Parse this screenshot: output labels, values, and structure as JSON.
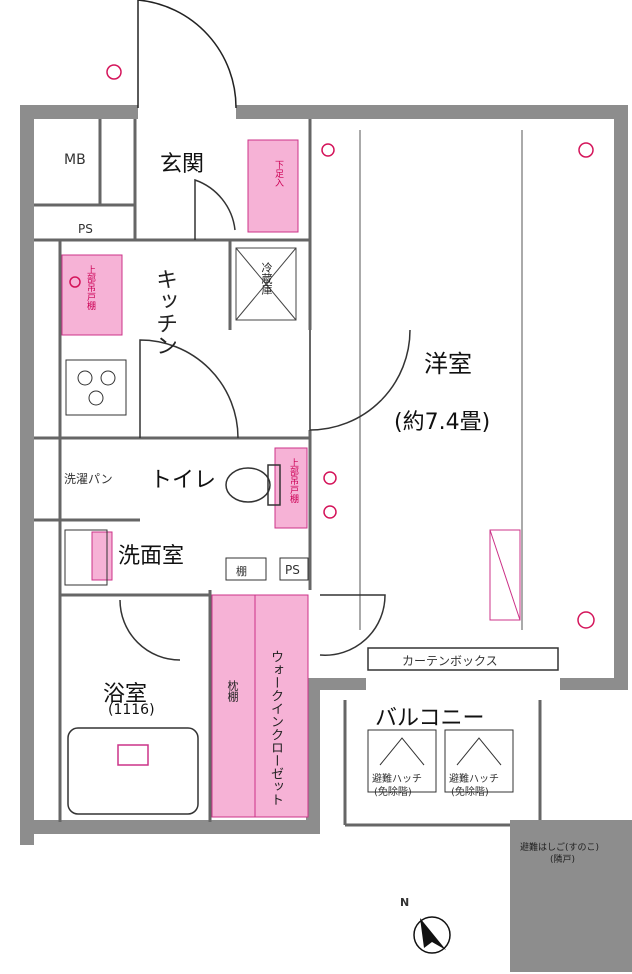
{
  "rooms": {
    "entrance": "玄関",
    "kitchen": "キッチン",
    "western_room": "洋室",
    "western_room_size": "(約7.4畳)",
    "toilet": "トイレ",
    "washroom": "洗面室",
    "bathroom": "浴室",
    "bathroom_size": "(1116)",
    "balcony": "バルコニー"
  },
  "fixtures": {
    "mb": "MB",
    "ps_top": "PS",
    "ps_mid": "PS",
    "shoe_box": "下足入",
    "fridge": "冷蔵庫",
    "upper_cabinet_kitchen": "上部吊戸棚",
    "upper_cabinet_toilet": "上部吊戸棚",
    "washing_pan": "洗濯パン",
    "shelf": "棚",
    "pillow_shelf": "枕棚",
    "walk_in_closet": "ウォークインクローゼット",
    "curtain_box": "カーテンボックス",
    "evac_hatch_1": "避難ハッチ",
    "evac_hatch_1_sub": "(免除階)",
    "evac_hatch_2": "避難ハッチ",
    "evac_hatch_2_sub": "(免除階)",
    "partition_note": "避難はしご(すのこ)",
    "partition_note_sub": "(隣戸)"
  },
  "compass": "N"
}
